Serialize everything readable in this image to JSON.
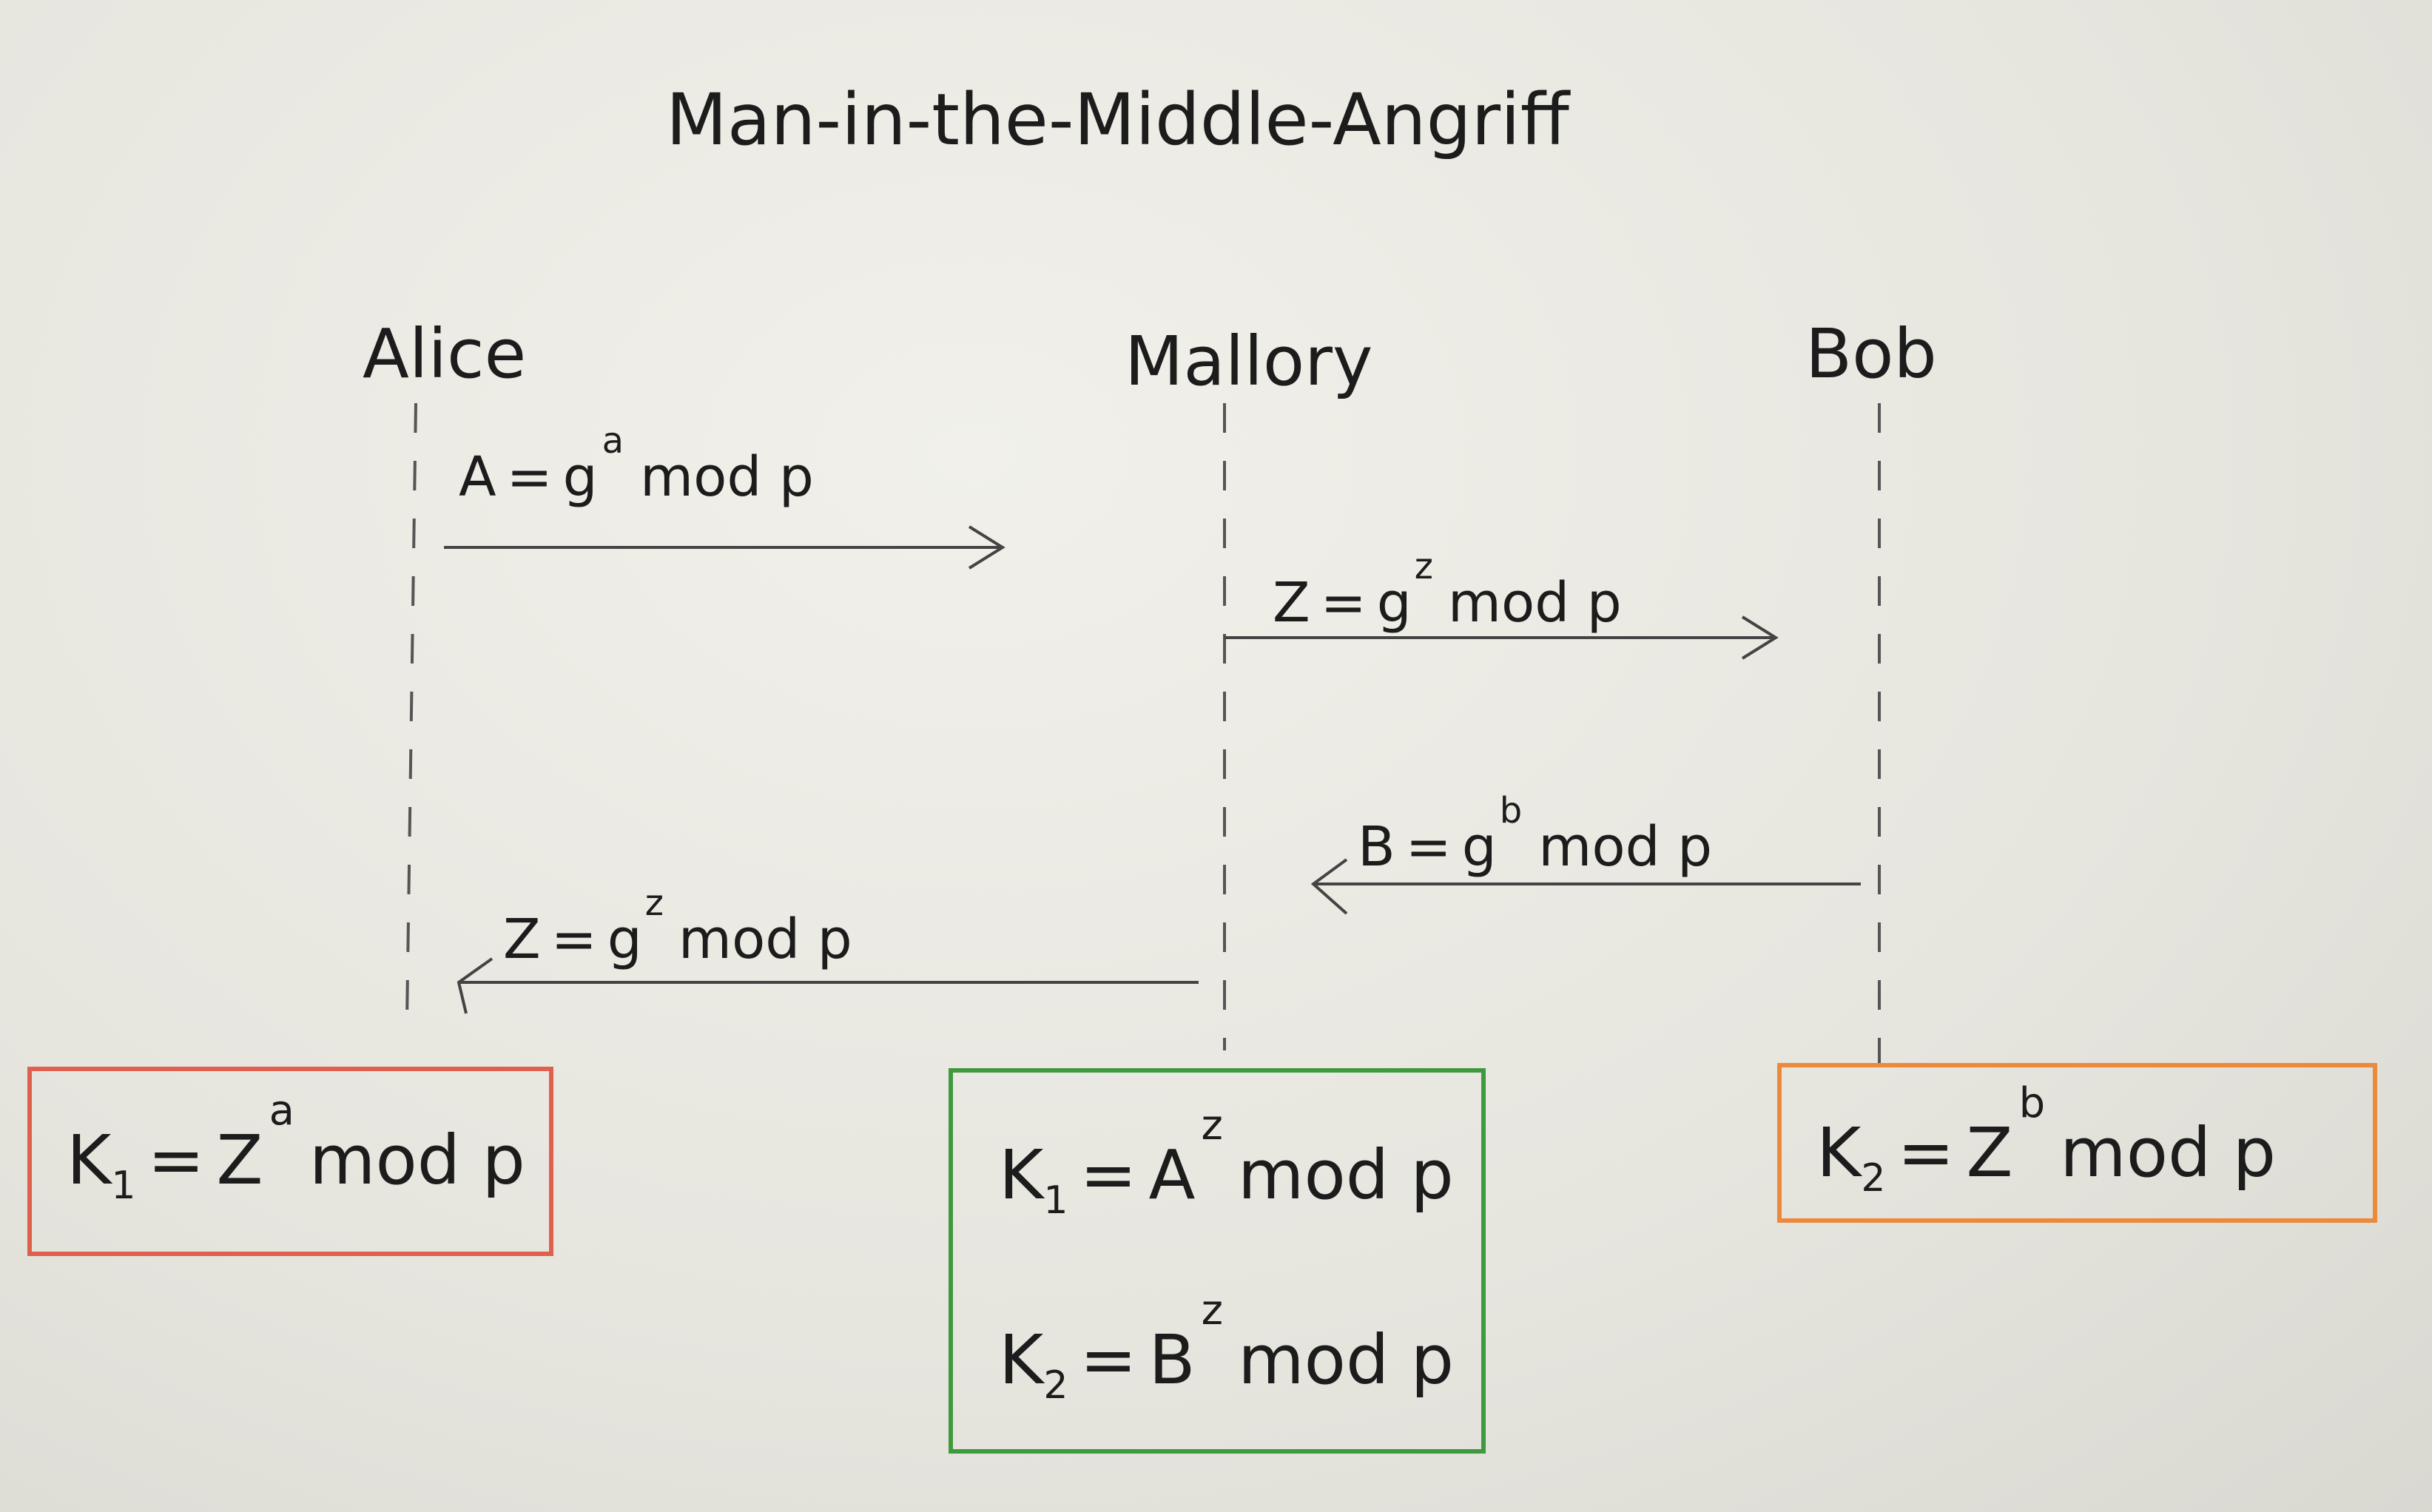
{
  "title": "Man-in-the-Middle-Angriff",
  "actors": {
    "alice": "Alice",
    "mallory": "Mallory",
    "bob": "Bob"
  },
  "messages": {
    "alice_to_mallory": {
      "lhs": "A",
      "eq": "=",
      "base": "g",
      "exp": "a",
      "rest": "mod p"
    },
    "mallory_to_bob": {
      "lhs": "Z",
      "eq": "=",
      "base": "g",
      "exp": "z",
      "rest": "mod p"
    },
    "bob_to_mallory": {
      "lhs": "B",
      "eq": "=",
      "base": "g",
      "exp": "b",
      "rest": "mod p"
    },
    "mallory_to_alice": {
      "lhs": "Z",
      "eq": "=",
      "base": "g",
      "exp": "z",
      "rest": "mod p"
    }
  },
  "keys": {
    "alice": {
      "k": "K",
      "sub": "1",
      "eq": "=",
      "base": "Z",
      "exp": "a",
      "rest": "mod p",
      "color": "#e0604e"
    },
    "mallory_k1": {
      "k": "K",
      "sub": "1",
      "eq": "=",
      "base": "A",
      "exp": "z",
      "rest": "mod p"
    },
    "mallory_k2": {
      "k": "K",
      "sub": "2",
      "eq": "=",
      "base": "B",
      "exp": "z",
      "rest": "mod p"
    },
    "mallory_color": "#3f9a3f",
    "bob": {
      "k": "K",
      "sub": "2",
      "eq": "=",
      "base": "Z",
      "exp": "b",
      "rest": "mod p",
      "color": "#ec8a3c"
    }
  }
}
